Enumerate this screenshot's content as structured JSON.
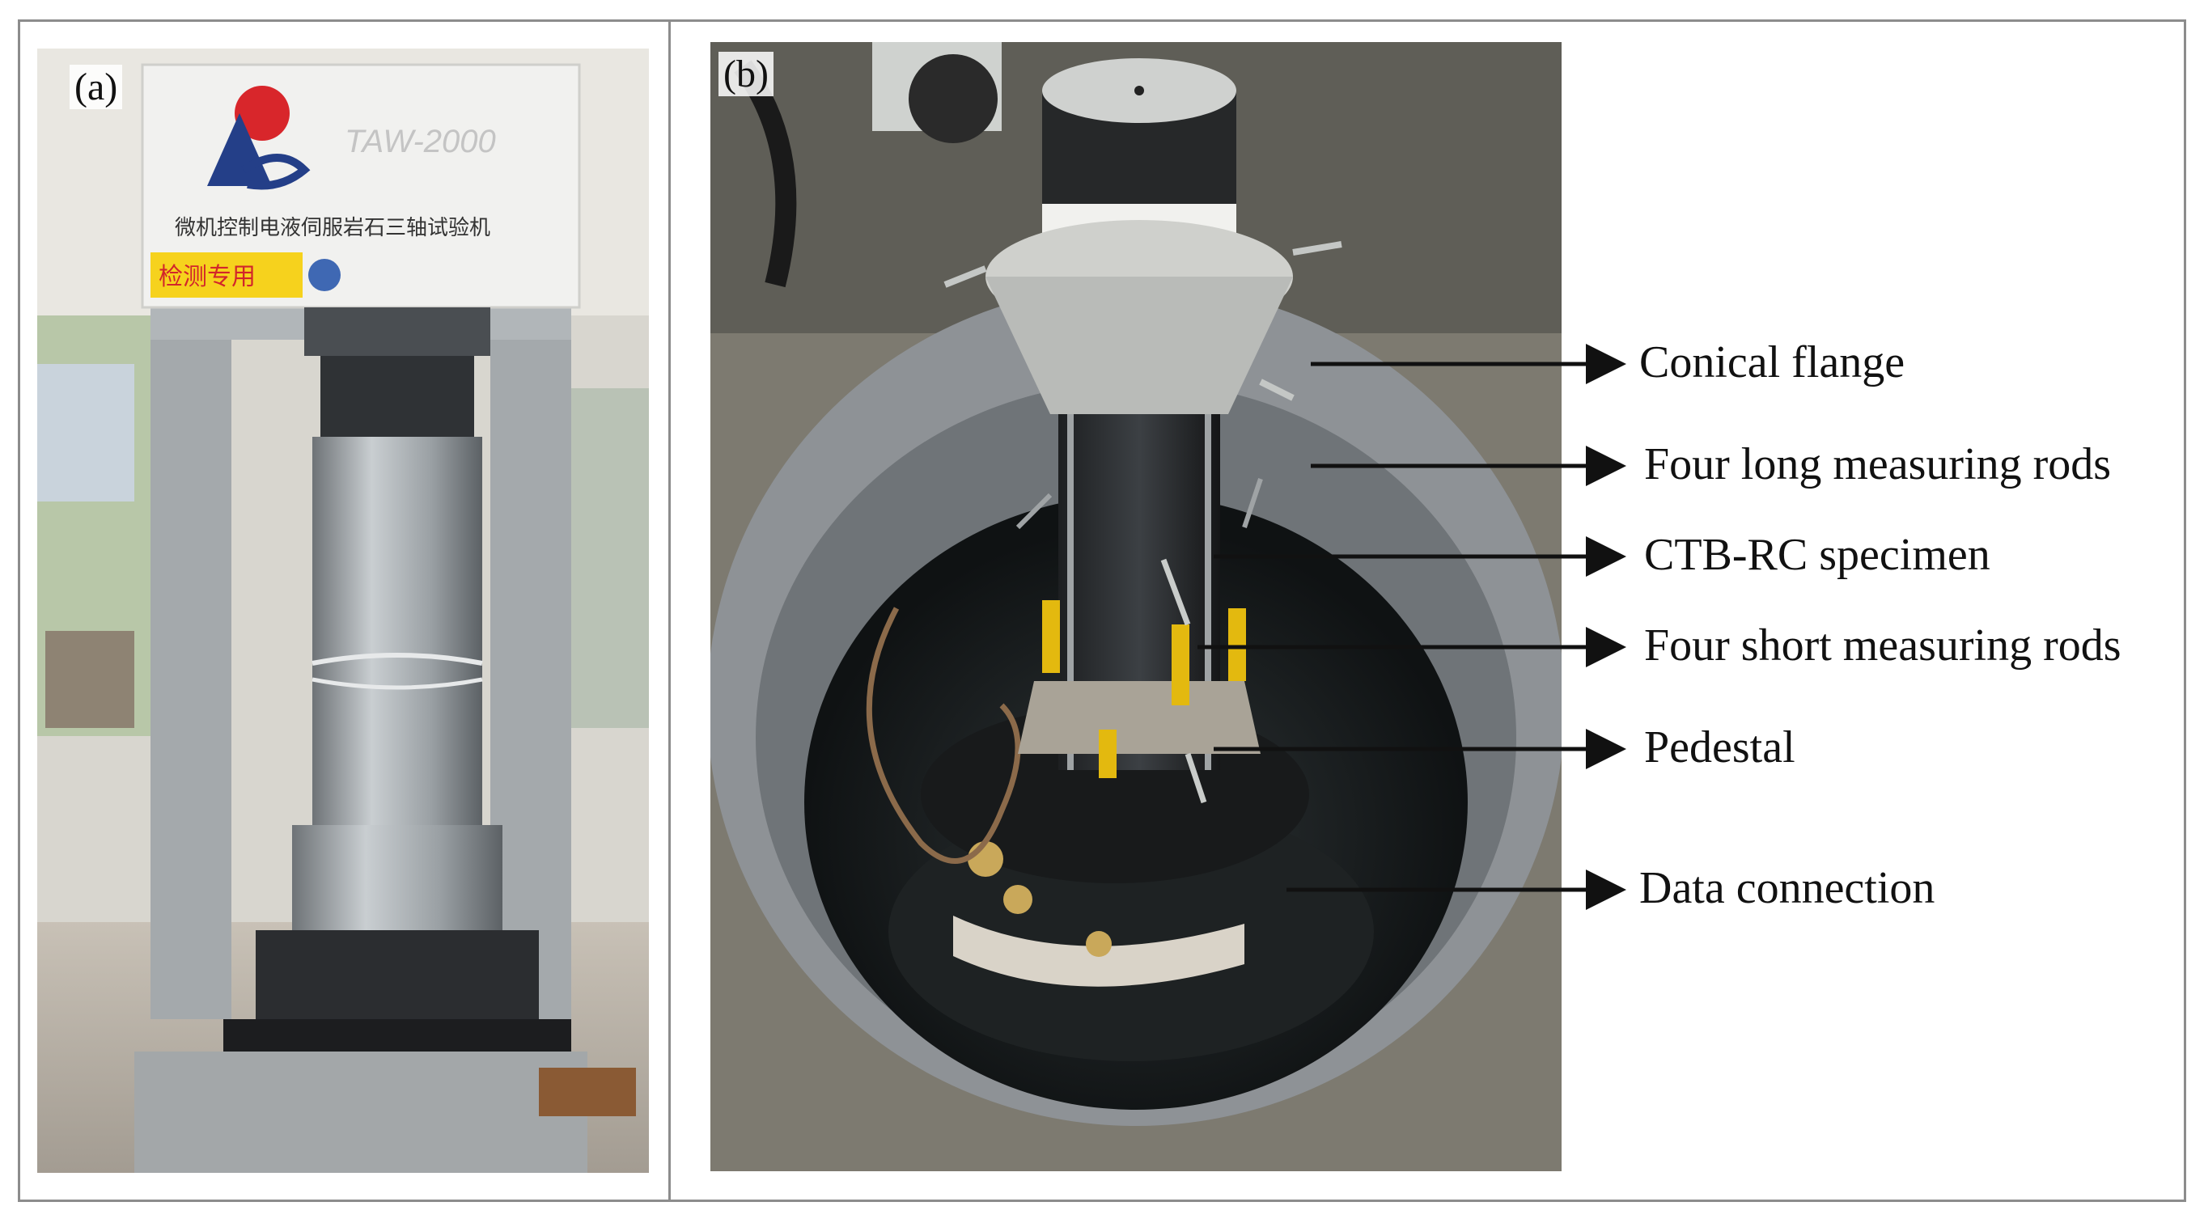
{
  "panels": {
    "a": {
      "label": "(a)",
      "machine_model": "TAW-2000",
      "machine_name_cn": "微机控制电液伺服岩石三轴试验机",
      "badge_cn": "检测专用"
    },
    "b": {
      "label": "(b)"
    }
  },
  "callouts": [
    "Conical flange",
    "Four long measuring rods",
    "CTB-RC specimen",
    "Four short measuring rods",
    "Pedestal",
    "Data connection"
  ],
  "colors": {
    "frame": "#8c8c8c",
    "machine_gray": "#9ea3a7",
    "cell_ring": "#7f8489",
    "tag_yellow": "#e3b90f",
    "badge_yellow": "#f6d21d"
  }
}
